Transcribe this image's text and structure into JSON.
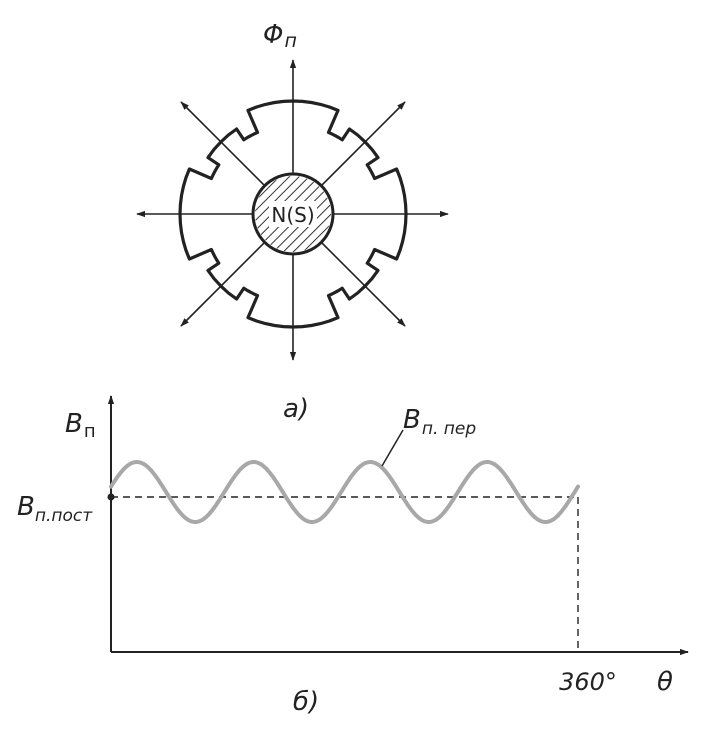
{
  "diagram_a": {
    "flux_label": "Φ",
    "flux_sub": "п",
    "pole_label": "N(S)",
    "caption": "а)"
  },
  "diagram_b": {
    "y_axis_label": "B",
    "y_axis_sub": "п",
    "wave_label": "B",
    "wave_sub": "п. пер",
    "const_label": "B",
    "const_sub": "п.пост",
    "x_end_label": "360°",
    "x_axis_label": "θ",
    "caption": "б)"
  },
  "colors": {
    "line": "#222222",
    "wave": "#a8a8a8"
  },
  "chart_data": {
    "type": "line",
    "periods": 4,
    "x_range_deg": [
      0,
      360
    ]
  }
}
